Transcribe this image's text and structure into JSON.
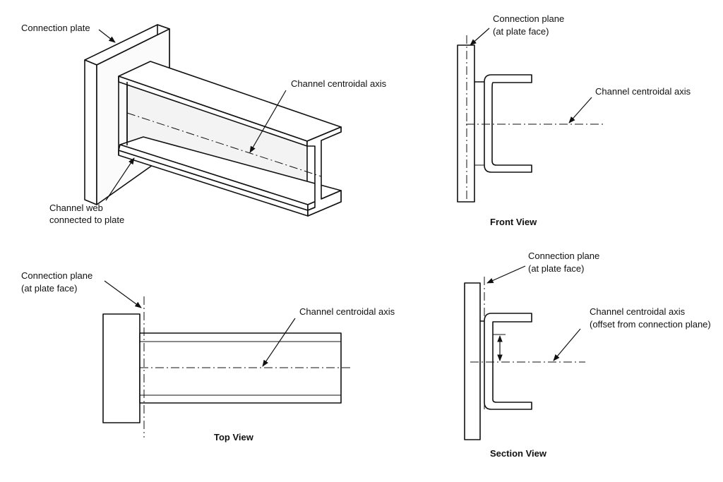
{
  "iso_view": {
    "connection_plate_label": "Connection plate",
    "centroidal_axis_label": "Channel centroidal axis",
    "web_label_line1": "Channel web",
    "web_label_line2": "connected to plate"
  },
  "front_view": {
    "title": "Front View",
    "plane_label_line1": "Connection plane",
    "plane_label_line2": "(at plate face)",
    "axis_label": "Channel centroidal axis"
  },
  "top_view": {
    "title": "Top View",
    "plane_label_line1": "Connection plane",
    "plane_label_line2": "(at plate face)",
    "axis_label": "Channel centroidal axis"
  },
  "section_view": {
    "title": "Section View",
    "plane_label_line1": "Connection plane",
    "plane_label_line2": "(at plate face)",
    "axis_label_line1": "Channel centroidal axis",
    "axis_label_line2": "(offset from connection plane)"
  },
  "colors": {
    "line": "#111111",
    "background": "#ffffff"
  }
}
